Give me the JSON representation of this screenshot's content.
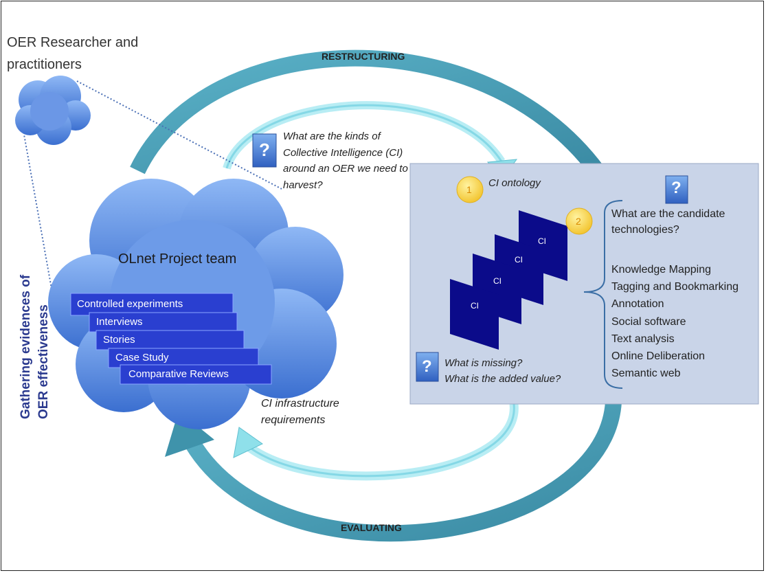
{
  "researchers_label": [
    "OER Researcher and",
    "practitioners"
  ],
  "restructuring_label": "RESTRUCTURING",
  "evaluating_label": "EVALUATING",
  "question_kinds": [
    "What are the kinds of",
    "Collective Intelligence (CI)",
    "around an OER we need to",
    "harvest?"
  ],
  "ci_ontology_label": "CI ontology",
  "badge_1": "1",
  "badge_2": "2",
  "question_icon": "?",
  "question_technologies": [
    "What are the candidate",
    "technologies?"
  ],
  "technologies": [
    "Knowledge Mapping",
    "Tagging and Bookmarking",
    "Annotation",
    "Social software",
    "Text analysis",
    "Online Deliberation",
    "Semantic web"
  ],
  "question_missing": [
    "What is missing?",
    "What is the added value?"
  ],
  "ci_infrastructure": [
    "CI infrastructure",
    "requirements"
  ],
  "team_title": "OLnet Project team",
  "methods": [
    "Controlled  experiments",
    "Interviews",
    "Stories",
    "Case Study",
    "Comparative Reviews"
  ],
  "ci_card_label": "CI",
  "vertical_label": [
    "Gathering  evidences of",
    "OER effectiveness"
  ],
  "colors": {
    "arrow_dark": "#4a9fb5",
    "arrow_light": "#7fd6e4",
    "cloud": "#5d8fe0",
    "panel": "#c9d4e8",
    "bar": "#2a3fd0",
    "card": "#0b0b8a",
    "badge": "#f6d64a",
    "accent_text": "#2b3a8f"
  }
}
